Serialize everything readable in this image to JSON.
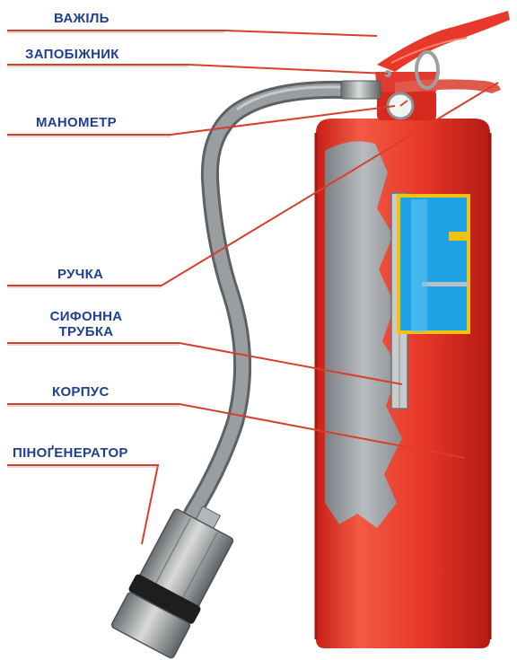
{
  "colors": {
    "label_text": "#1f3f8f",
    "leader_line": "#d6402a",
    "body_red": "#e8382a",
    "hose_gray": "#8b8e90",
    "cutaway_gray": "#9fa3a6",
    "blue_panel": "#1fa3e6"
  },
  "labels": {
    "lever": "ВАЖІЛЬ",
    "safety_pin": "ЗАПОБІЖНИК",
    "pressure_gauge": "МАНОМЕТР",
    "handle": "РУЧКА",
    "siphon_tube_line1": "СИФОННА",
    "siphon_tube_line2": "ТРУБКА",
    "body": "КОРПУС",
    "foam_generator": "ПІНОҐЕНЕРАТОР"
  }
}
